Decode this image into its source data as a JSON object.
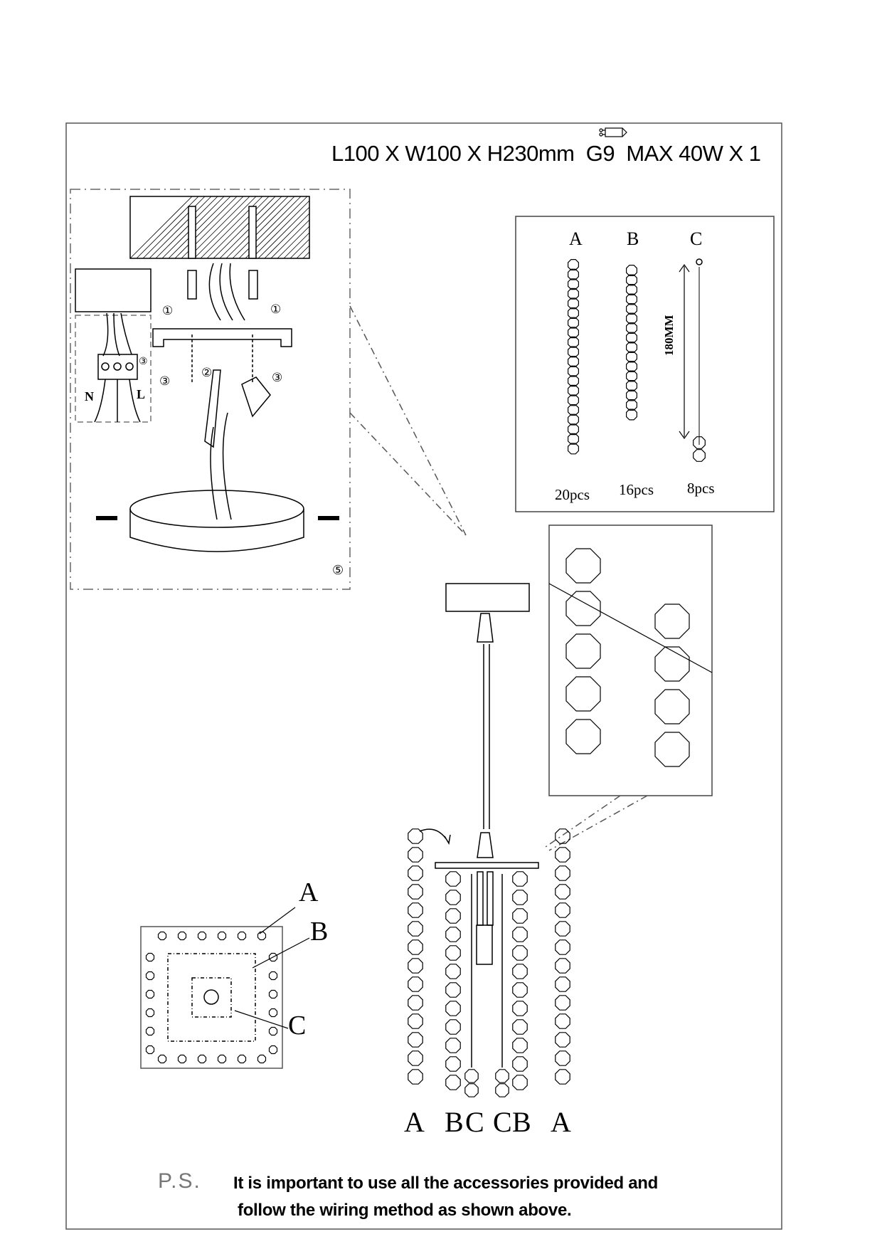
{
  "spec": {
    "dimensions": "L100 X W100 X H230mm",
    "bulb": "G9",
    "power": "MAX 40W X 1",
    "bulb_icon": "g9-bulb-icon"
  },
  "wiring": {
    "neutral_label": "N",
    "live_label": "L",
    "steps": [
      "①",
      "①",
      "②",
      "③",
      "③",
      "③",
      "⑤"
    ]
  },
  "parts": {
    "items": [
      {
        "label": "A",
        "count": "20pcs"
      },
      {
        "label": "B",
        "count": "16pcs"
      },
      {
        "label": "C",
        "count": "8pcs"
      }
    ],
    "length_label": "180MM"
  },
  "top_view": {
    "labels": [
      "A",
      "B",
      "C"
    ]
  },
  "assembly": {
    "labels": [
      "A",
      "B",
      "C",
      "C",
      "B",
      "A"
    ]
  },
  "note": {
    "prefix": "P.S.",
    "line1": "It is important to use all the accessories provided and",
    "line2": "follow the wiring method as shown above."
  }
}
